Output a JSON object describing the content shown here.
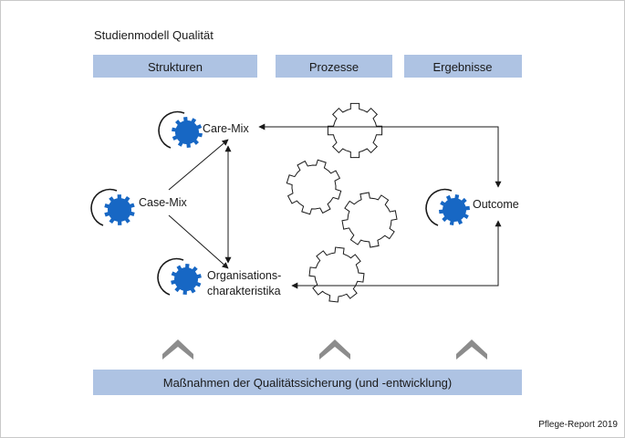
{
  "title": "Studienmodell Qualität",
  "headers": {
    "structures": "Strukturen",
    "processes": "Prozesse",
    "results": "Ergebnisse"
  },
  "nodes": {
    "care_mix": "Care-Mix",
    "case_mix": "Case-Mix",
    "org_line1": "Organisations-",
    "org_line2": "charakteristika",
    "outcome": "Outcome"
  },
  "footer_bar": "Maßnahmen der Qualitätssicherung (und -entwicklung)",
  "credit": "Pflege-Report 2019",
  "colors": {
    "header_fill": "#aec3e3",
    "gear_blue": "#1767c4",
    "chevron": "#8c8c8c",
    "line": "#1a1a1a"
  }
}
